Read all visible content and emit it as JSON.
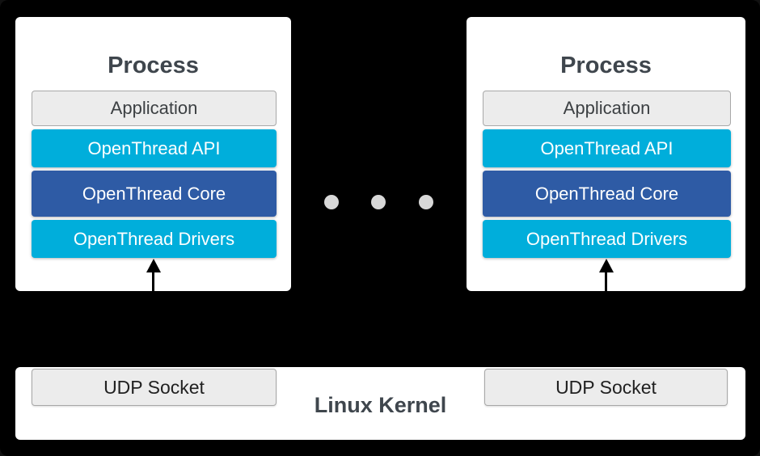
{
  "diagram": {
    "background_color": "#000000",
    "colors": {
      "card_bg": "#ffffff",
      "cyan": "#00aedb",
      "core_blue": "#2e5ba5",
      "gray_box_bg": "#ececec",
      "gray_box_border": "#a8a8a8",
      "title_text": "#3f464d",
      "gray_box_text": "#3c4043",
      "layer_text": "#ffffff",
      "dot_color": "#d8d8d8",
      "arrow_color": "#000000"
    },
    "processes": [
      {
        "title": "Process",
        "layers": [
          {
            "label": "Application",
            "color_key": "gray_box_bg"
          },
          {
            "label": "OpenThread API",
            "color_key": "cyan"
          },
          {
            "label": "OpenThread Core",
            "color_key": "core_blue"
          },
          {
            "label": "OpenThread Drivers",
            "color_key": "cyan"
          }
        ]
      },
      {
        "title": "Process",
        "layers": [
          {
            "label": "Application",
            "color_key": "gray_box_bg"
          },
          {
            "label": "OpenThread API",
            "color_key": "cyan"
          },
          {
            "label": "OpenThread Core",
            "color_key": "core_blue"
          },
          {
            "label": "OpenThread Drivers",
            "color_key": "cyan"
          }
        ]
      }
    ],
    "ellipsis": {
      "dot_count": 3
    },
    "kernel": {
      "label": "Linux Kernel",
      "sockets": [
        {
          "label": "UDP Socket"
        },
        {
          "label": "UDP Socket"
        }
      ]
    }
  }
}
